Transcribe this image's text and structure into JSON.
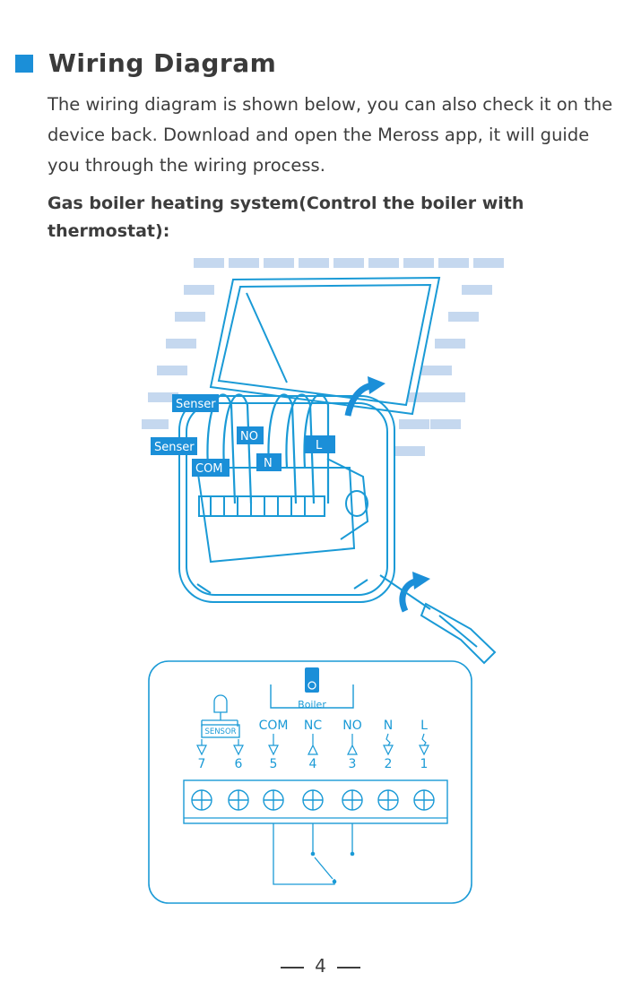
{
  "section": {
    "title": "Wiring Diagram",
    "intro": "The wiring diagram is shown below, you can also check it on the device back. Download and open the Meross app, it will guide you through the wiring process.",
    "subheading": "Gas boiler heating system(Control the boiler with thermostat):"
  },
  "illustration": {
    "wire_labels": {
      "senser_top": "Senser",
      "senser_left": "Senser",
      "com": "COM",
      "no": "NO",
      "n": "N",
      "l": "L"
    }
  },
  "terminal_diagram": {
    "boiler_label": "Boiler",
    "sensor_label": "SENSOR",
    "terminal_labels": [
      {
        "name": "COM",
        "number": "5"
      },
      {
        "name": "NC",
        "number": "4"
      },
      {
        "name": "NO",
        "number": "3"
      },
      {
        "name": "N",
        "number": "2"
      },
      {
        "name": "L",
        "number": "1"
      }
    ],
    "sensor_numbers": [
      "7",
      "6"
    ]
  },
  "footer": {
    "page_number": "4"
  },
  "colors": {
    "accent": "#1b8fd8",
    "line": "#1a9ad6",
    "brick": "#c5d8ef"
  }
}
